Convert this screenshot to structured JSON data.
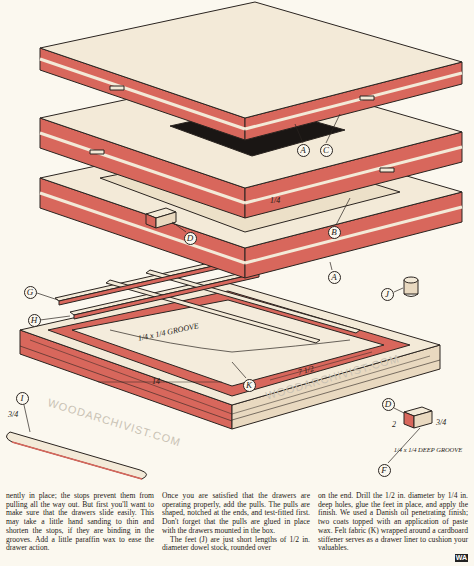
{
  "diagram": {
    "nodes": [
      {
        "text": [
          "A"
        ]
      },
      {
        "text": [
          "C"
        ]
      },
      {
        "text": [
          "B"
        ]
      },
      {
        "text": [
          "D"
        ]
      },
      {
        "text": [
          "A"
        ]
      },
      {
        "text": [
          "J"
        ]
      },
      {
        "text": [
          "G"
        ]
      },
      {
        "text": [
          "H"
        ]
      },
      {
        "text": [
          "K"
        ]
      },
      {
        "text": [
          "I"
        ]
      },
      {
        "text": [
          "D"
        ]
      },
      {
        "text": [
          "F"
        ]
      }
    ],
    "edges": [],
    "labels": [
      "1/4",
      "1/4 x 1/4 GROOVE",
      "14",
      "7 1/2",
      "3/4",
      "2",
      "3/4",
      "1/4 x 1/4 DEEP GROOVE",
      "WOODARCHIVIST.COM",
      "WOODARCHIVIST.COM",
      "nently in place; the stops prevent them from pulling all the way out. But first you'll want to make sure that the drawers slide easily. This may take a little hand sanding to thin and shorten the stops, if they are binding in the grooves. Add a little paraffin wax to ease the drawer action.",
      "Once you are satisfied that the drawers are operating properly, add the pulls. The pulls are shaped, notched at the ends, and test-fitted first. Don't forget that the pulls are glued in place with the drawers mounted in the box.",
      "The feet (J) are just short lengths of 1/2 in. diameter dowel stock, rounded over",
      "on the end. Drill the 1/2 in. diameter by 1/4 in. deep holes, glue the feet in place, and apply the finish. We used a Danish oil penetrating finish; two coats topped with an application of paste wax. Felt fabric (K) wrapped around a cardboard stiffener serves as a drawer liner to cushion your valuables.",
      "WA"
    ]
  }
}
